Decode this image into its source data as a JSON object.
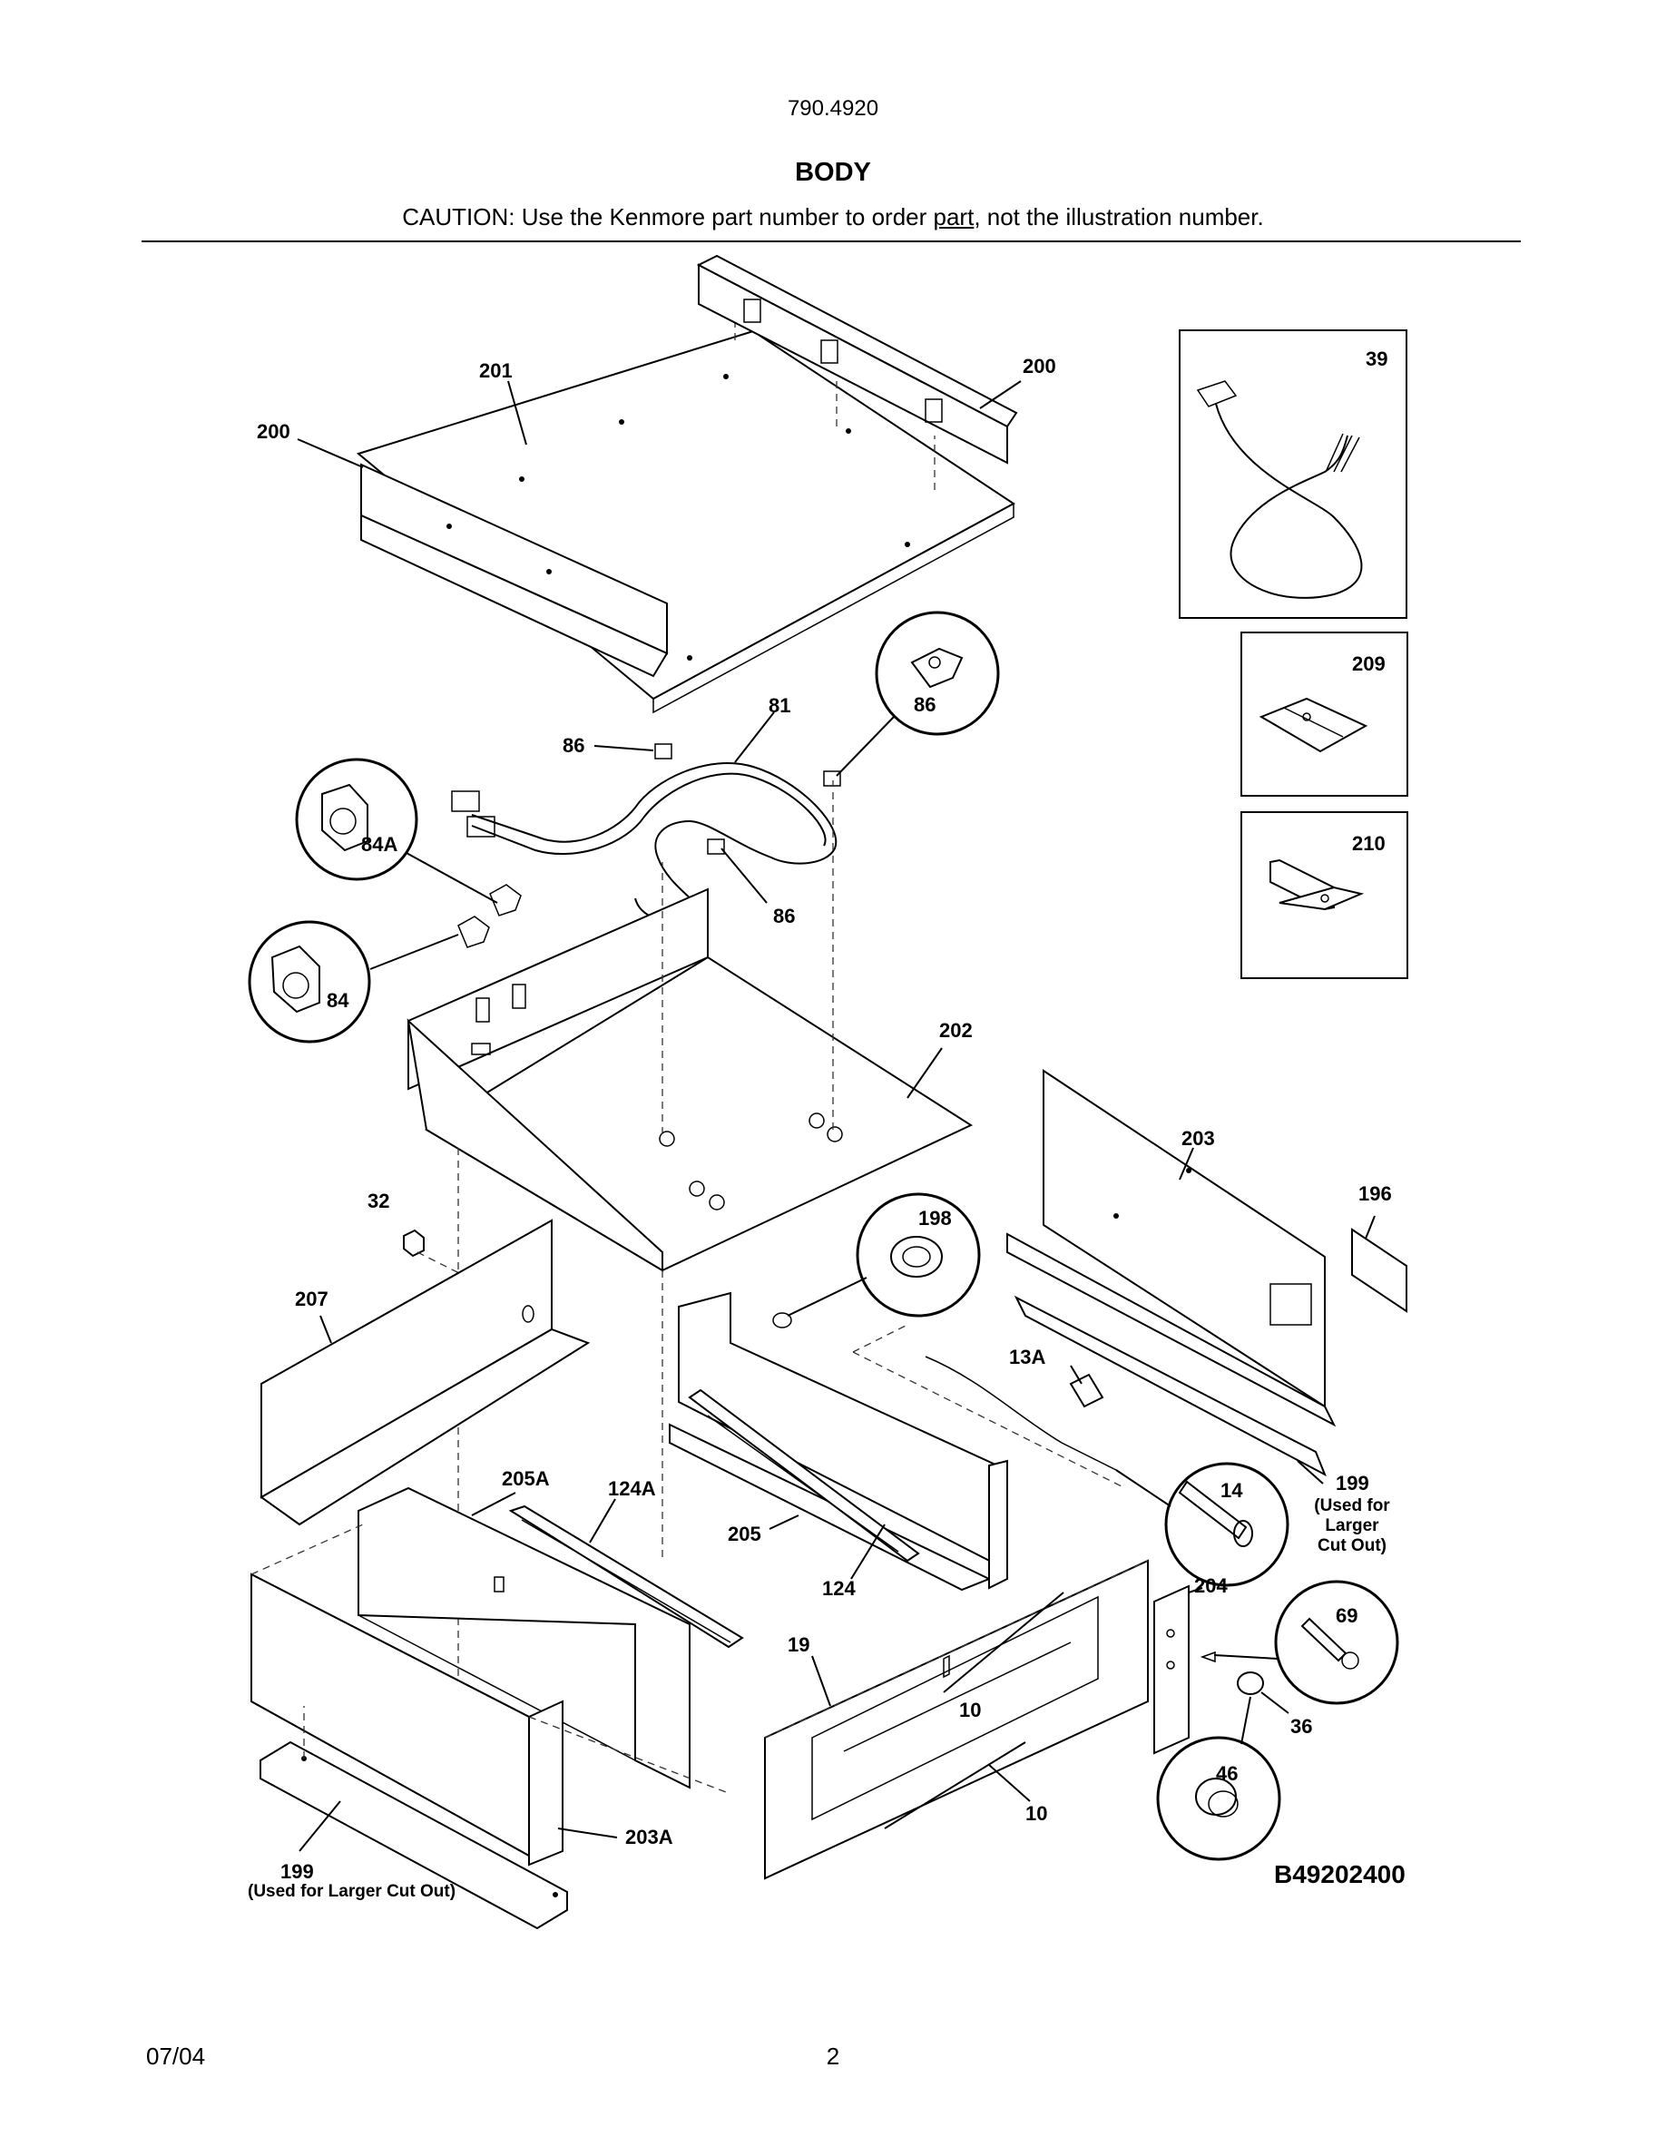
{
  "header": {
    "doc_number": "790.4920",
    "title": "BODY",
    "caution_pre": "CAUTION: Use the Kenmore part number to order ",
    "caution_underlined": "part",
    "caution_post": ", not the illustration number."
  },
  "diagram": {
    "drawing_code": "B49202400",
    "labels": {
      "l200a": "200",
      "l201": "201",
      "l200b": "200",
      "l39": "39",
      "l209": "209",
      "l210": "210",
      "l81": "81",
      "l86a": "86",
      "l86b": "86",
      "l86c": "86",
      "l84A": "84A",
      "l84": "84",
      "l202": "202",
      "l203": "203",
      "l196": "196",
      "l32": "32",
      "l198": "198",
      "l207": "207",
      "l13A": "13A",
      "l205A": "205A",
      "l124A": "124A",
      "l14": "14",
      "l199a": "199",
      "l199a_note1": "(Used for",
      "l199a_note2": "Larger",
      "l199a_note3": "Cut Out)",
      "l205": "205",
      "l124": "124",
      "l204": "204",
      "l69": "69",
      "l19": "19",
      "l10a": "10",
      "l36": "36",
      "l46": "46",
      "l10b": "10",
      "l203A": "203A",
      "l199b": "199",
      "l199b_note": "(Used for Larger Cut Out)"
    }
  },
  "footer": {
    "date": "07/04",
    "page": "2"
  }
}
